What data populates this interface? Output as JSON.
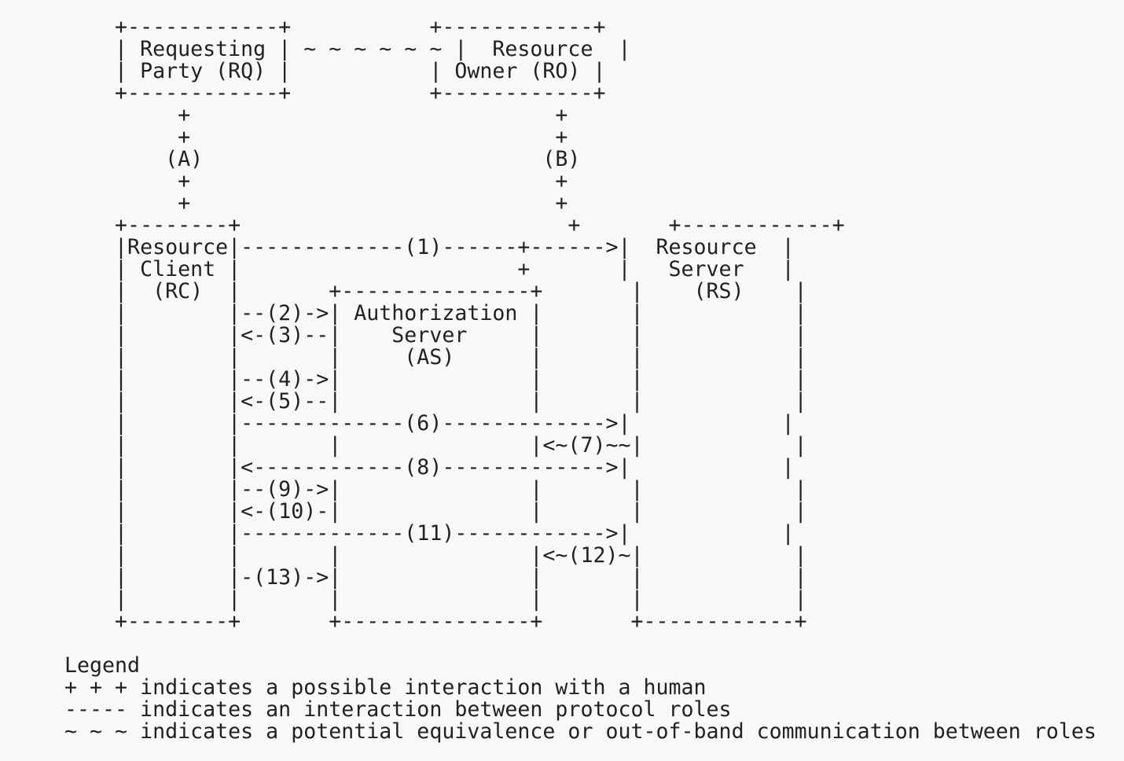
{
  "diagram": {
    "lines": [
      "    +------------+           +------------+",
      "    | Requesting | ~ ~ ~ ~ ~ ~ |  Resource  |",
      "    | Party (RQ) |           | Owner (RO) |",
      "    +------------+           +------------+",
      "         +                             +",
      "         +                             +",
      "        (A)                           (B)",
      "         +                             +",
      "         +                             +",
      "    +--------+                          +       +------------+",
      "    |Resource|-------------(1)------+------>|  Resource  |",
      "    | Client |                      +       |   Server   |",
      "    |  (RC)  |       +---------------+       |    (RS)    |",
      "    |        |--(2)->| Authorization |       |            |",
      "    |        |<-(3)--|    Server     |       |            |",
      "    |        |       |     (AS)      |       |            |",
      "    |        |--(4)->|               |       |            |",
      "    |        |<-(5)--|               |       |            |",
      "    |        |-------------(6)------------->|            |",
      "    |        |       |               |<~(7)~~|            |",
      "    |        |<------------(8)------------->|            |",
      "    |        |--(9)->|               |       |            |",
      "    |        |<-(10)-|               |       |            |",
      "    |        |-------------(11)------------>|            |",
      "    |        |       |               |<~(12)~|            |",
      "    |        |-(13)->|               |       |            |",
      "    |        |       |               |       |            |",
      "    +--------+       +---------------+       +------------+"
    ]
  },
  "legend": {
    "title": "Legend",
    "items": [
      "+ + + indicates a possible interaction with a human",
      "----- indicates an interaction between protocol roles",
      "~ ~ ~ indicates a potential equivalence or out-of-band communication between roles"
    ]
  }
}
